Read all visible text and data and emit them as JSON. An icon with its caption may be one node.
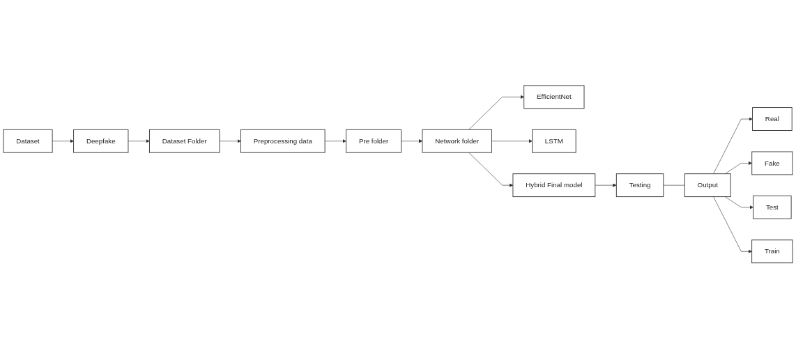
{
  "diagram": {
    "nodes": [
      {
        "text": [
          "Deepfake"
        ]
      },
      {
        "text": [
          "Dataset Folder"
        ]
      },
      {
        "text": [
          "Preprocessing data"
        ]
      },
      {
        "text": [
          "Pre folder"
        ]
      },
      {
        "text": [
          "Dataset"
        ]
      },
      {
        "text": [
          "Network folder"
        ]
      },
      {
        "text": [
          "EfficientNet"
        ]
      },
      {
        "text": [
          "LSTM"
        ]
      },
      {
        "text": [
          "Hybrid Final model"
        ]
      },
      {
        "text": [
          "Testing"
        ]
      },
      {
        "text": [
          "Real"
        ]
      },
      {
        "text": [
          "Test"
        ]
      },
      {
        "text": [
          "Output"
        ]
      },
      {
        "text": [
          "Fake"
        ]
      },
      {
        "text": [
          "Train"
        ]
      }
    ],
    "edges": [
      {
        "from": 4,
        "to": 0,
        "arrow": "to"
      },
      {
        "from": 0,
        "to": 1,
        "arrow": "to"
      },
      {
        "from": 1,
        "to": 2,
        "arrow": "to"
      },
      {
        "from": 2,
        "to": 3,
        "arrow": "to"
      },
      {
        "from": 3,
        "to": 5,
        "arrow": "to"
      },
      {
        "from": 5,
        "to": 6,
        "arrow": "to"
      },
      {
        "from": 5,
        "to": 7,
        "arrow": "to"
      },
      {
        "from": 5,
        "to": 8,
        "arrow": "to"
      },
      {
        "from": 8,
        "to": 9,
        "arrow": "to"
      },
      {
        "from": 9,
        "to": 12,
        "arrow": "none"
      },
      {
        "from": 12,
        "to": 10,
        "arrow": "to"
      },
      {
        "from": 12,
        "to": 13,
        "arrow": "to"
      },
      {
        "from": 12,
        "to": 11,
        "arrow": "to"
      },
      {
        "from": 12,
        "to": 14,
        "arrow": "to"
      }
    ]
  }
}
